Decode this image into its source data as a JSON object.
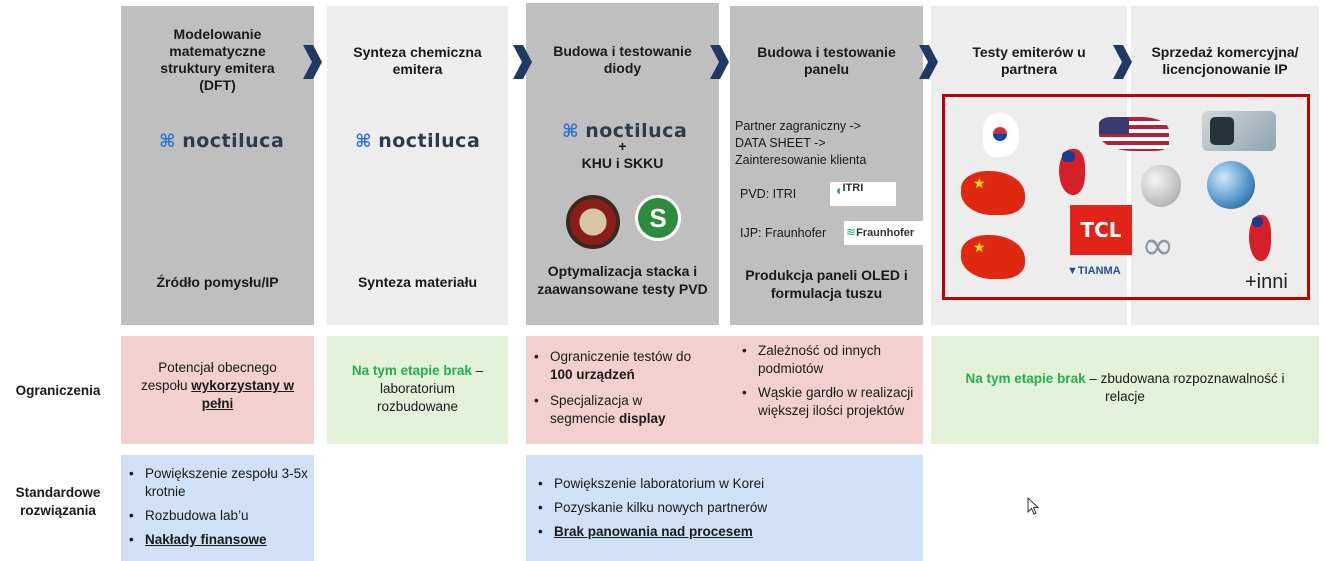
{
  "stages": [
    {
      "title": "Modelowanie matematyczne struktury emitera (DFT)",
      "bottom": "Źródło pomysłu/IP",
      "logo": "noctiluca"
    },
    {
      "title": "Synteza chemiczna emitera",
      "bottom": "Synteza materiału",
      "logo": "noctiluca"
    },
    {
      "title": "Budowa i testowanie diody",
      "bottom": "Optymalizacja stacka i zaawansowane testy PVD",
      "logo": "noctiluca",
      "plus": "+",
      "partners": "KHU i SKKU"
    },
    {
      "title": "Budowa i testowanie panelu",
      "bottom": "Produkcja paneli OLED i formulacja tuszu",
      "lines": [
        "Partner zagraniczny ->",
        "DATA SHEET ->",
        "Zainteresowanie klienta"
      ],
      "pvd": "PVD: ITRI",
      "ijp": "IJP: Fraunhofer",
      "itri_logo": "ITRI",
      "fraunhofer_logo": "Fraunhofer"
    },
    {
      "title": "Testy emiterów u partnera"
    },
    {
      "title": "Sprzedaż komercyjna/ licencjonowanie IP"
    }
  ],
  "partners_panel": {
    "tcl": "TCL",
    "tianma": "TIANMA",
    "others": "+inni"
  },
  "rows": {
    "ograniczenia": {
      "label": "Ograniczenia",
      "c1_pre": "Potencjał obecnego zespołu ",
      "c1_bold": "wykorzystany w pełni",
      "c2_green": "Na tym etapie brak",
      "c2_rest": " – laboratorium rozbudowane",
      "c3_items": [
        {
          "pre": "Ograniczenie testów do ",
          "bold": "100 urządzeń"
        },
        {
          "pre": "Specjalizacja w segmencie ",
          "bold": "display"
        }
      ],
      "c4_items": [
        "Zależność od innych podmiotów",
        "Wąskie gardło w realizacji większej ilości projektów"
      ],
      "c5_green": "Na tym etapie brak",
      "c5_rest": " – zbudowana rozpoznawalność i relacje"
    },
    "standardowe": {
      "label": "Standardowe rozwiązania",
      "c1_items": [
        "Powiększenie zespołu 3-5x krotnie",
        "Rozbudowa lab’u"
      ],
      "c1_bold": "Nakłady finansowe",
      "c3_items": [
        "Powiększenie laboratorium w Korei",
        "Pozyskanie kilku nowych partnerów"
      ],
      "c3_bold": "Brak panowania nad procesem"
    }
  },
  "colors": {
    "dark_stage": "#bfbfbf",
    "light_stage": "#ededed",
    "chevron": "#1f3864",
    "pink": "#f2d0d0",
    "green": "#e4f1d9",
    "blue": "#cfe0f7",
    "green_text": "#22b14c",
    "red_border": "#c00000"
  }
}
